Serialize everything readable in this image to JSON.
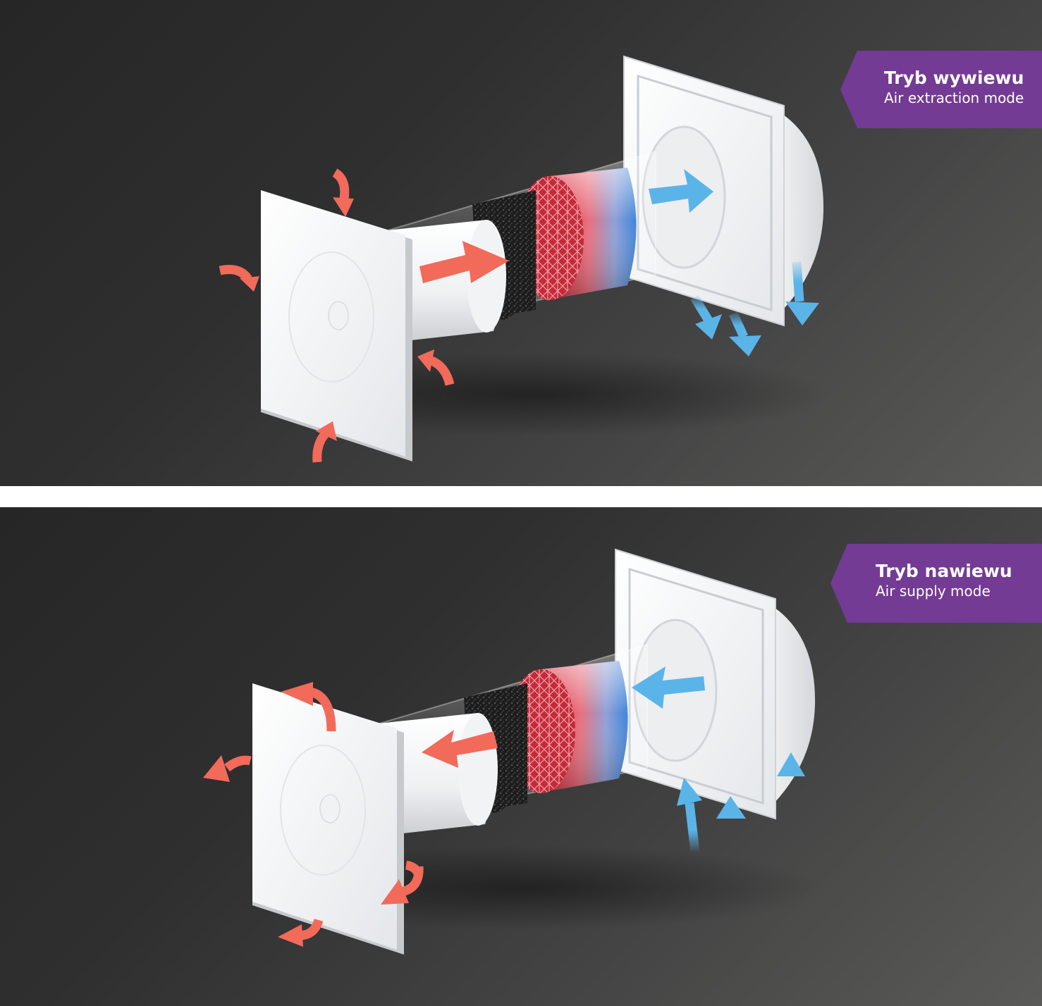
{
  "panels": [
    {
      "id": "extraction",
      "badge": {
        "title": "Tryb wywiewu",
        "subtitle": "Air extraction mode",
        "color": "#733b93"
      },
      "flow_direction": "indoor-to-outdoor"
    },
    {
      "id": "supply",
      "badge": {
        "title": "Tryb nawiewu",
        "subtitle": "Air supply mode",
        "color": "#733b93"
      },
      "flow_direction": "outdoor-to-indoor"
    }
  ],
  "colors": {
    "warm_air_arrow": "#f26a5a",
    "cool_air_arrow": "#5ab4e8",
    "background_dark": "#262626",
    "background_light": "#5a5b58",
    "divider": "#ffffff"
  },
  "icons": {
    "warm_arrow": "red-air-flow-arrow-icon",
    "cool_arrow": "blue-air-flow-arrow-icon"
  }
}
